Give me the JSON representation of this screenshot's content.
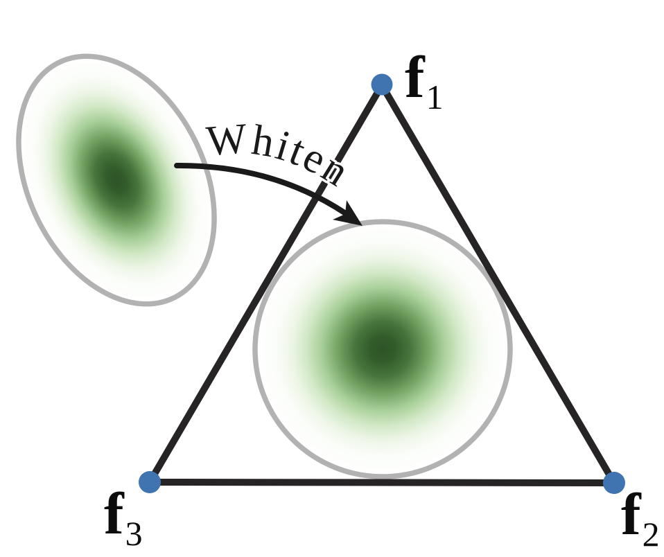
{
  "diagram": {
    "description": "Whitening transformation: a tilted anisotropic Gaussian (ellipse) is mapped to an isotropic Gaussian (circle) inscribed in a simplex with vertices f1, f2, f3",
    "arrow": {
      "label": "Whiten"
    },
    "vertices": [
      {
        "name": "f",
        "subscript": "1"
      },
      {
        "name": "f",
        "subscript": "2"
      },
      {
        "name": "f",
        "subscript": "3"
      }
    ],
    "colors": {
      "vertex_dot": "#3f74b0",
      "triangle_line": "#272425",
      "blob_outline": "#b2b2b2",
      "arrow": "#1a1a1a",
      "label_text": "#0c0c0c",
      "gaussian_core": "#2d5226",
      "gaussian_mid": "#a8cf99",
      "background": "#ffffff"
    }
  }
}
